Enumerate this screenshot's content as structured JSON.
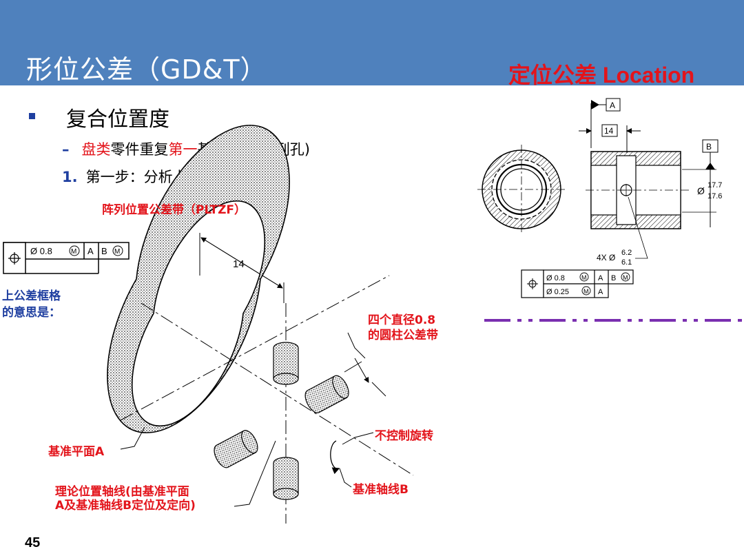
{
  "header": {
    "title": "形位公差（GD&T）",
    "subtitle": "定位公差 Location"
  },
  "content": {
    "heading": "复合位置度",
    "line1_pre": "盘类",
    "line1_mid1": "零件重复",
    "line1_red2": "第一",
    "line1_post": "基准(径向阵列孔)",
    "step_num": "1.",
    "step_text": "第一步：分析上公差框格"
  },
  "labels": {
    "pltzf": "阵列位置公差带（PLTZF）",
    "upper_frame_1": "上公差框格",
    "upper_frame_2": "的意思是：",
    "cylinders_1": "四个直径0.8",
    "cylinders_2": "的圆柱公差带",
    "no_rotation": "不控制旋转",
    "datum_plane": "基准平面A",
    "datum_axis": "基准轴线B",
    "theory_1": "理论位置轴线(由基准平面",
    "theory_2": "A及基准轴线B定位及定向)",
    "dim_14": "14"
  },
  "left_frame": {
    "symbol": "⌖",
    "tol": "Ø 0.8",
    "mod": "M",
    "datum_a": "A",
    "datum_b": "B",
    "datum_b_mod": "M"
  },
  "drawing": {
    "datum_a_label": "A",
    "datum_b_label": "B",
    "dim_14": "14",
    "dia_upper": "17.7",
    "dia_lower": "17.6",
    "holes_prefix": "4X Ø",
    "holes_upper": "6.2",
    "holes_lower": "6.1",
    "frame_row1_tol": "Ø 0.8",
    "frame_row1_mod": "M",
    "frame_row1_a": "A",
    "frame_row1_b": "B",
    "frame_row1_b_mod": "M",
    "frame_row2_tol": "Ø 0.25",
    "frame_row2_mod": "M",
    "frame_row2_a": "A"
  },
  "page_number": "45",
  "colors": {
    "header_bg": "#4f81bd",
    "accent_red": "#e3141b",
    "accent_blue": "#1f3fa0",
    "divider_purple": "#7a2fb0"
  }
}
